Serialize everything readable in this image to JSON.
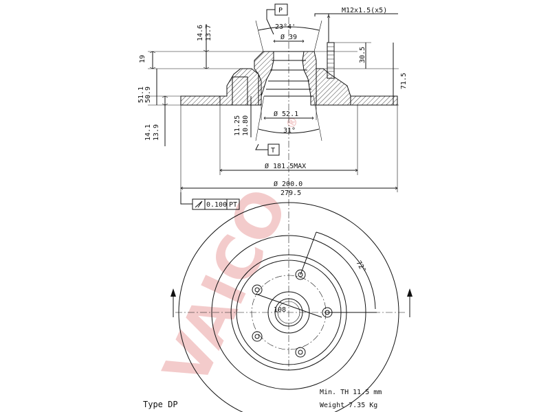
{
  "watermark": {
    "text": "VAICO",
    "registered": "®"
  },
  "top_view": {
    "tags": {
      "p": "P",
      "t": "T"
    },
    "dims": {
      "thread": "M12x1.5(x5)",
      "angle_top": "23°4'",
      "d39": "Ø 39",
      "h14_6": "14.6",
      "h13_7": "13.7",
      "h19": "19",
      "h51_1": "51.1",
      "h50_9": "50.9",
      "h30_5": "30.5",
      "h71_5": "71.5",
      "h14_1": "14.1",
      "h13_9": "13.9",
      "h11_25": "11.25",
      "h10_80": "10.80",
      "d52_1": "Ø 52.1",
      "angle_31": "31°",
      "d181_5": "Ø 181.5MAX",
      "d200": "Ø 200.0",
      "d279_5": "279.5"
    },
    "tolerance": {
      "value": "0.100",
      "ref": "PT"
    }
  },
  "front_view": {
    "dims": {
      "angle_72": "72°",
      "pcd": "108"
    }
  },
  "footer": {
    "type_label": "Type DP",
    "min_th": "Min. TH 11.5 mm",
    "weight": "Weight 7.35 Kg"
  },
  "colors": {
    "line": "#111111",
    "watermark": "#f2c6c6",
    "background": "#ffffff"
  }
}
